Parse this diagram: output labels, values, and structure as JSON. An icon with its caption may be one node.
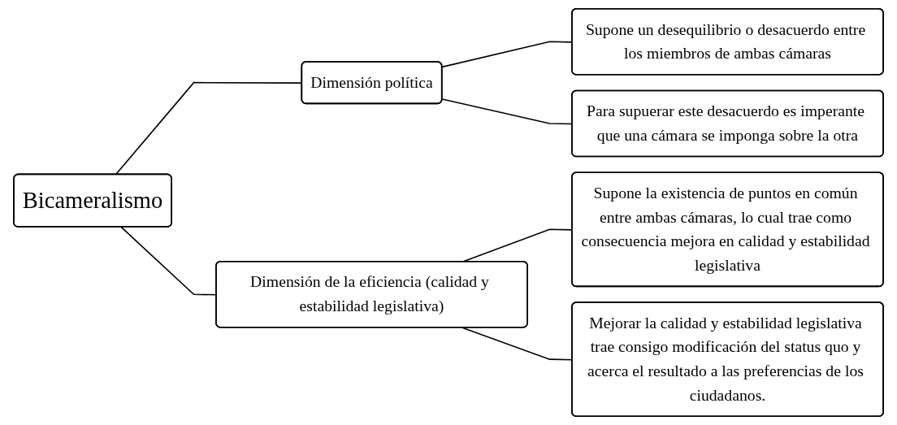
{
  "diagram": {
    "nodes": [
      {
        "text": [
          "Bicameralismo"
        ]
      },
      {
        "text": [
          "Dimensión política"
        ]
      },
      {
        "text": [
          "Dimensión de la eficiencia (calidad y estabilidad legislativa)"
        ]
      },
      {
        "text": [
          "Supone un desequilibrio o desacuerdo entre los miembros de ambas cámaras"
        ]
      },
      {
        "text": [
          "Para supuerar este desacuerdo es imperante que una cámara se imponga sobre la otra"
        ]
      },
      {
        "text": [
          "Supone la existencia de puntos en común entre ambas cámaras, lo cual trae como consecuencia mejora en calidad y estabilidad legislativa"
        ]
      },
      {
        "text": [
          "Mejorar la calidad y estabilidad legislativa trae consigo modificación del status quo y acerca el resultado a las preferencias de los ciudadanos."
        ]
      }
    ],
    "edges": [
      {
        "from": 0,
        "to": 1,
        "arrow": "none"
      },
      {
        "from": 0,
        "to": 2,
        "arrow": "none"
      },
      {
        "from": 1,
        "to": 3,
        "arrow": "none"
      },
      {
        "from": 1,
        "to": 4,
        "arrow": "none"
      },
      {
        "from": 2,
        "to": 5,
        "arrow": "none"
      },
      {
        "from": 2,
        "to": 6,
        "arrow": "none"
      }
    ]
  }
}
